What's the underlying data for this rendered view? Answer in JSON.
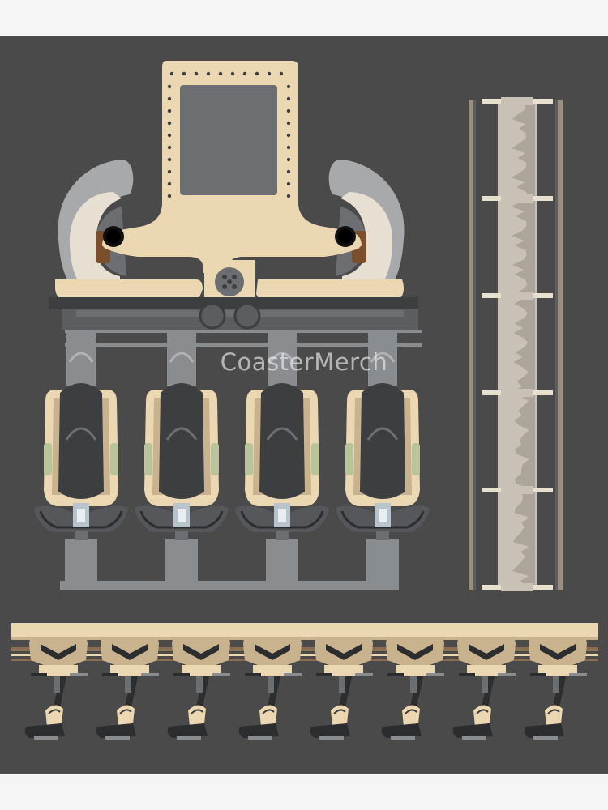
{
  "artwork": {
    "subject": "roller-coaster-train-illustration",
    "watermark": "CoasterMerch"
  },
  "colors": {
    "background": "#4a4a4a",
    "page_margin": "#f5f5f5",
    "cream": "#ebd7b2",
    "dark_grey": "#3d3e40",
    "mid_grey": "#8a8d8f",
    "screen": "#6d6e71",
    "track_tan": "#c9c1b6",
    "brown": "#7a4f2e"
  },
  "parts": {
    "front_seats": 4,
    "side_view_rows": 8,
    "track_ties": 6
  }
}
